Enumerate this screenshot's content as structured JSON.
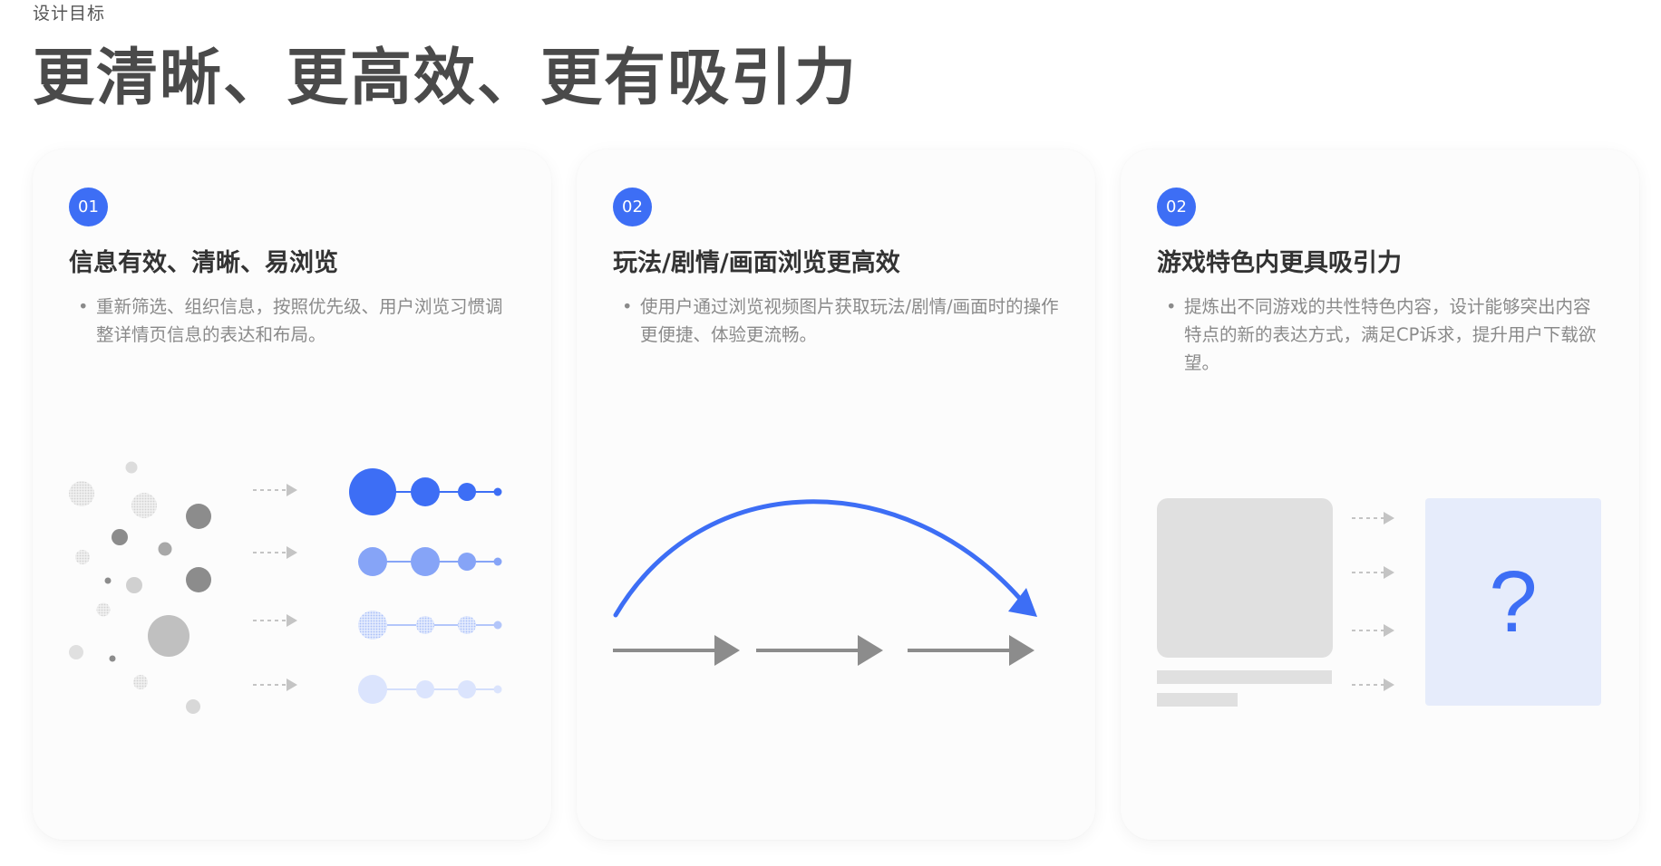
{
  "header": {
    "eyebrow": "设计目标",
    "title": "更清晰、更高效、更有吸引力"
  },
  "colors": {
    "accent": "#3d6ef5",
    "card_bg": "#fcfcfc",
    "gray_dark": "#8a8a8a",
    "gray_light": "#e0e0e0",
    "placeholder_bg": "#e6ecfb"
  },
  "cards": [
    {
      "number": "01",
      "title": "信息有效、清晰、易浏览",
      "bullet": "•",
      "description": "重新筛选、组织信息，按照优先级、用户浏览习惯调整详情页信息的表达和布局。"
    },
    {
      "number": "02",
      "title": "玩法/剧情/画面浏览更高效",
      "bullet": "•",
      "description": "使用户通过浏览视频图片获取玩法/剧情/画面时的操作更便捷、体验更流畅。"
    },
    {
      "number": "02",
      "title": "游戏特色内更具吸引力",
      "bullet": "•",
      "description": "提炼出不同游戏的共性特色内容，设计能够突出内容特点的新的表达方式，满足CP诉求，提升用户下载欲望。",
      "placeholder_mark": "?"
    }
  ]
}
